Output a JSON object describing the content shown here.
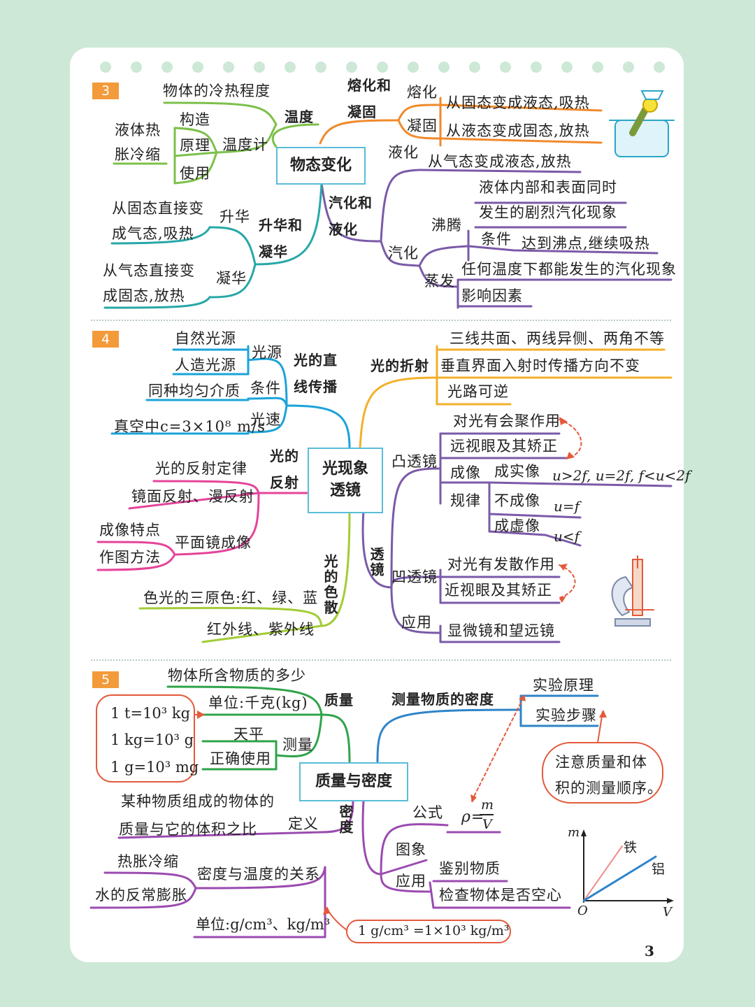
{
  "page_number": "3",
  "sections": {
    "s3": {
      "badge": "3",
      "center": "物态变化",
      "wendu": "温度",
      "wendu_def": "物体的冷热程度",
      "wenduji": "温度计",
      "gouzao": "构造",
      "yuanli": "原理",
      "shiyong": "使用",
      "yeti_re": "液体热",
      "zhang_leng": "胀冷缩",
      "rong_title_1": "熔化和",
      "rong_title_2": "凝固",
      "ronghua": "熔化",
      "ronghua_def": "从固态变成液态,吸热",
      "ninggu": "凝固",
      "ninggu_def": "从液态变成固态,放热",
      "qihua_title_1": "汽化和",
      "qihua_title_2": "液化",
      "yehua": "液化",
      "yehua_def": "从气态变成液态,放热",
      "qihua": "汽化",
      "feiteng": "沸腾",
      "feiteng_def_1": "液体内部和表面同时",
      "feiteng_def_2": "发生的剧烈汽化现象",
      "tiaojian": "条件",
      "tiaojian_def": "达到沸点,继续吸热",
      "zhengfa": "蒸发",
      "zhengfa_def": "任何温度下都能发生的汽化现象",
      "yingxiang": "影响因素",
      "shenghua_title_1": "升华和",
      "shenghua_title_2": "凝华",
      "shenghua": "升华",
      "shenghua_def_1": "从固态直接变",
      "shenghua_def_2": "成气态,吸热",
      "ninghua": "凝华",
      "ninghua_def_1": "从气态直接变",
      "ninghua_def_2": "成固态,放热"
    },
    "s4": {
      "badge": "4",
      "center_1": "光现象",
      "center_2": "透镜",
      "zhixian_1": "光的直",
      "zhixian_2": "线传播",
      "guangyuan": "光源",
      "ziran": "自然光源",
      "renzao": "人造光源",
      "tiaojian": "条件",
      "tiaojian_def": "同种均匀介质",
      "guangsu": "光速",
      "guangsu_def": "真空中c=3×10⁸ m/s",
      "fanshe_1": "光的",
      "fanshe_2": "反射",
      "fanshe_law": "光的反射定律",
      "jingmian": "镜面反射、漫反射",
      "pingmianjing": "平面镜成像",
      "chengxiang_td": "成像特点",
      "zuotu": "作图方法",
      "sesan": "光的色散",
      "sanyuanse": "色光的三原色:红、绿、蓝",
      "hongwai": "红外线、紫外线",
      "zheshe": "光的折射",
      "zheshe_1": "三线共面、两线异侧、两角不等",
      "zheshe_2": "垂直界面入射时传播方向不变",
      "zheshe_3": "光路可逆",
      "toujing": "透镜",
      "tutoujing": "凸透镜",
      "huiju": "对光有会聚作用",
      "yuanshi": "远视眼及其矫正",
      "chengxiang": "成像",
      "guilv": "规律",
      "shixiang": "成实像",
      "buchengxiang": "不成像",
      "xuxiang": "成虚像",
      "cond_real": "u>2f, u=2f, f<u<2f",
      "cond_none": "u=f",
      "cond_virtual": "u<f",
      "aotoujing": "凹透镜",
      "fasan": "对光有发散作用",
      "jinshi": "近视眼及其矫正",
      "yingyong": "应用",
      "xianweijing": "显微镜和望远镜"
    },
    "s5": {
      "badge": "5",
      "center": "质量与密度",
      "zhiliang": "质量",
      "zhiliang_def": "物体所含物质的多少",
      "danwei": "单位:千克(kg)",
      "conv_1": "1 t=10³ kg",
      "conv_2": "1 kg=10³ g",
      "conv_3": "1 g=10³ mg",
      "celiang": "测量",
      "tianping": "天平",
      "zhengque": "正确使用",
      "midu": "密度",
      "dingyi": "定义",
      "dingyi_def_1": "某种物质组成的物体的",
      "dingyi_def_2": "质量与它的体积之比",
      "wendu_guanxi": "密度与温度的关系",
      "rezhang": "热胀冷缩",
      "shui": "水的反常膨胀",
      "midu_danwei": "单位:g/cm³、kg/m³",
      "midu_conv": "1 g/cm³ =1×10³ kg/m³",
      "gongshi": "公式",
      "formula_lhs": "ρ=",
      "formula_num": "m",
      "formula_den": "V",
      "tuxiang": "图象",
      "yingyong": "应用",
      "jianbie": "鉴别物质",
      "jiancha": "检查物体是否空心",
      "celiang_midu": "测量物质的密度",
      "yuanli": "实验原理",
      "buzhou": "实验步骤",
      "zhuyi_1": "注意质量和体",
      "zhuyi_2": "积的测量顺序。",
      "graph": {
        "y_label": "m",
        "x_label": "V",
        "origin": "O",
        "line_1": "铁",
        "line_2": "铝"
      }
    }
  },
  "colors": {
    "page_bg": "#cde8d6",
    "center_border": "#5bbcd9",
    "badge": "#f39a3b",
    "green": "#7cc04a",
    "orange": "#f08a2c",
    "purple": "#7a5aa8",
    "teal": "#27a7a7",
    "blue": "#2e84c9",
    "sky": "#1aa3d9",
    "yellow": "#f3b02a",
    "pink": "#e5449a",
    "lime": "#a3cc36",
    "violet": "#9b4bb0",
    "red": "#e35a3c"
  }
}
